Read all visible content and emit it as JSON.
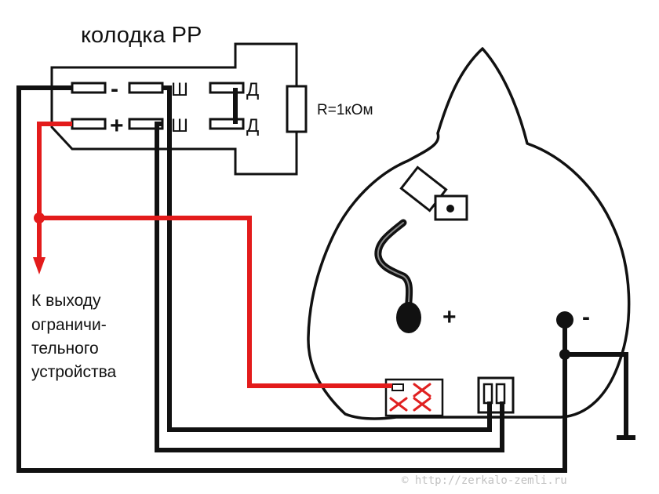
{
  "title": "колодка РР",
  "pins": {
    "minus": "-",
    "plus": "+",
    "sh_top": "Ш",
    "sh_bottom": "Ш",
    "d_top": "Д",
    "d_bottom": "Д"
  },
  "resistor_label": "R=1кОм",
  "output_note": [
    "К выходу",
    "ограничи-",
    "тельного",
    "устройства"
  ],
  "generator_terminals": {
    "plus": "+",
    "minus": "-"
  },
  "watermark": "© http://zerkalo-zemli.ru",
  "colors": {
    "wire_black": "#111111",
    "wire_red": "#e31b1b",
    "cross_red": "#e02020",
    "background": "#ffffff",
    "watermark": "#c2c2c2"
  }
}
